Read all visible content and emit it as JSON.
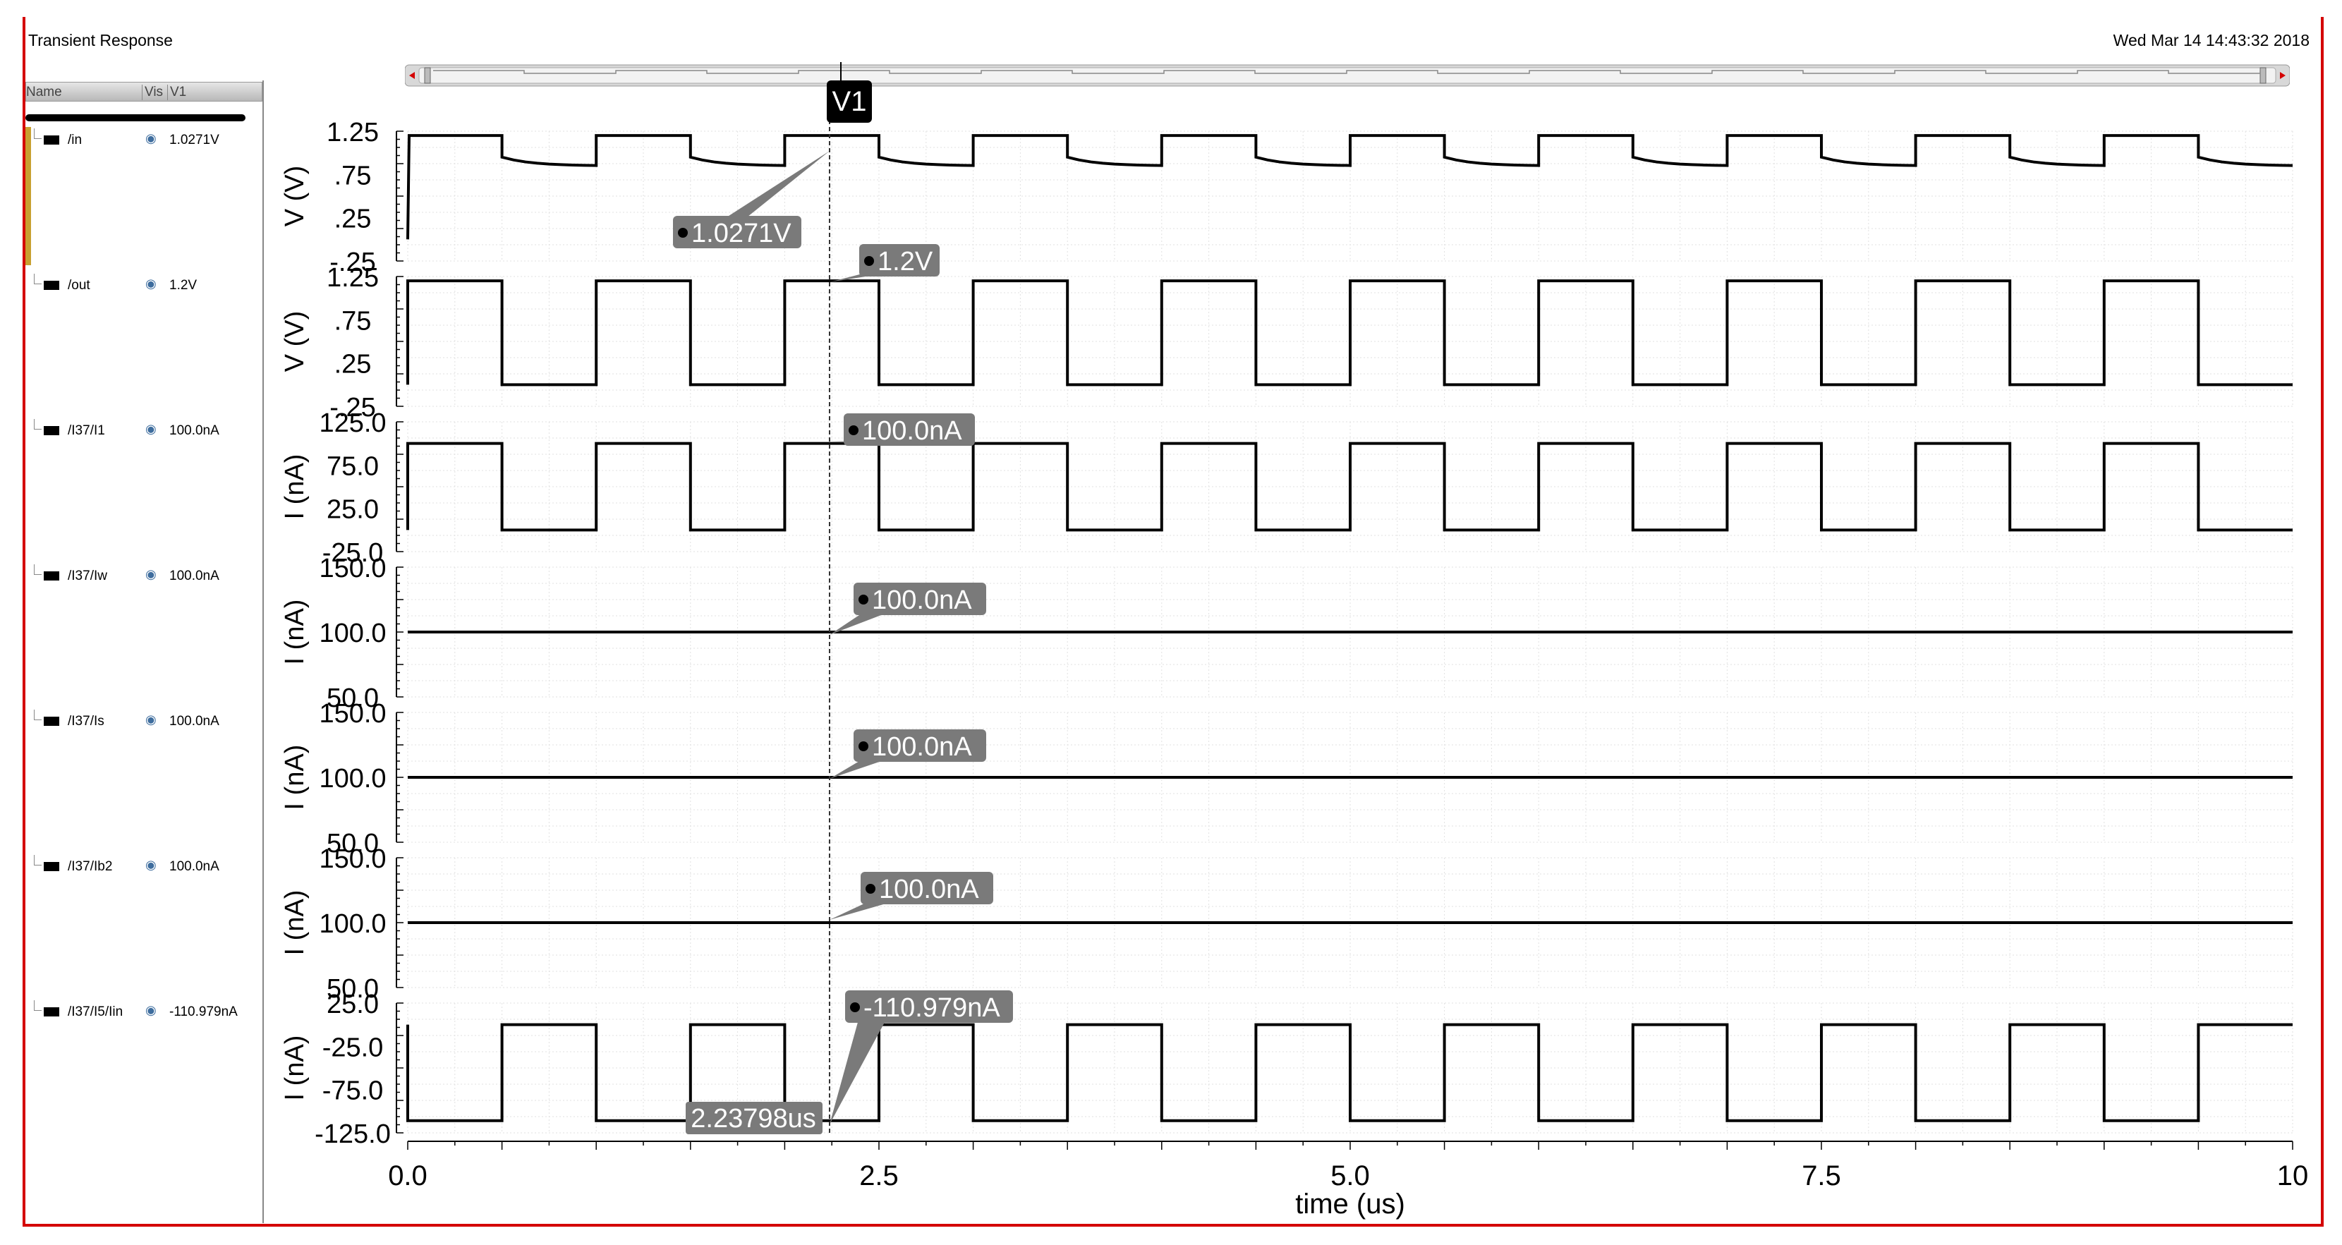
{
  "window": {
    "title": "Transient Response",
    "timestamp": "Wed Mar 14 14:43:32 2018"
  },
  "table": {
    "col_name": "Name",
    "col_vis": "Vis",
    "col_cursor": "V1"
  },
  "signals": [
    {
      "name": "/in",
      "value": "1.0271V",
      "icon": "eye-icon"
    },
    {
      "name": "/out",
      "value": "1.2V",
      "icon": "eye-icon"
    },
    {
      "name": "/I37/I1",
      "value": "100.0nA",
      "icon": "eye-icon"
    },
    {
      "name": "/I37/Iw",
      "value": "100.0nA",
      "icon": "eye-icon"
    },
    {
      "name": "/I37/Is",
      "value": "100.0nA",
      "icon": "eye-icon"
    },
    {
      "name": "/I37/Ib2",
      "value": "100.0nA",
      "icon": "eye-icon"
    },
    {
      "name": "/I37/I5/Iin",
      "value": "-110.979nA",
      "icon": "eye-icon"
    }
  ],
  "cursor": {
    "label": "V1",
    "time_value": 2.23798,
    "time_label": "2.23798us"
  },
  "colors": {
    "frame_border": "#d40000",
    "trace": "#000000",
    "marker_fill": "#7a7a7a",
    "marker_text": "#ffffff",
    "cursor_tag": "#000000",
    "scroll_track": "#d0d0d0",
    "gold_accent": "#c8a030"
  },
  "chart_data": {
    "type": "line",
    "xlabel": "time (us)",
    "xlim": [
      0,
      10
    ],
    "x_ticks": [
      "0.0",
      "2.5",
      "5.0",
      "7.5",
      "10"
    ],
    "grid": true,
    "period_us": 1.0,
    "panels": [
      {
        "name": "/in",
        "ylabel": "V (V)",
        "y_ticks": [
          "1.25",
          ".75",
          ".25",
          "-.25"
        ],
        "ylim": [
          -0.25,
          1.25
        ],
        "high": 1.2,
        "low_start": 0.95,
        "low_end": 0.85,
        "marker": "1.0271V"
      },
      {
        "name": "/out",
        "ylabel": "V (V)",
        "y_ticks": [
          "1.25",
          ".75",
          ".25",
          "-.25"
        ],
        "ylim": [
          -0.25,
          1.25
        ],
        "high": 1.2,
        "low": 0.0,
        "marker": "1.2V"
      },
      {
        "name": "/I37/I1",
        "ylabel": "I (nA)",
        "y_ticks": [
          "125.0",
          "75.0",
          "25.0",
          "-25.0"
        ],
        "ylim": [
          -25,
          125
        ],
        "high": 100,
        "low": 0,
        "marker": "100.0nA"
      },
      {
        "name": "/I37/Iw",
        "ylabel": "I (nA)",
        "y_ticks": [
          "150.0",
          "100.0",
          "50.0"
        ],
        "ylim": [
          50,
          150
        ],
        "constant": 100,
        "marker": "100.0nA"
      },
      {
        "name": "/I37/Is",
        "ylabel": "I (nA)",
        "y_ticks": [
          "150.0",
          "100.0",
          "50.0"
        ],
        "ylim": [
          50,
          150
        ],
        "constant": 100,
        "marker": "100.0nA"
      },
      {
        "name": "/I37/Ib2",
        "ylabel": "I (nA)",
        "y_ticks": [
          "150.0",
          "100.0",
          "50.0"
        ],
        "ylim": [
          50,
          150
        ],
        "constant": 100,
        "marker": "100.0nA"
      },
      {
        "name": "/I37/I5/Iin",
        "ylabel": "I (nA)",
        "y_ticks": [
          "25.0",
          "-25.0",
          "-75.0",
          "-125.0"
        ],
        "ylim": [
          -125,
          25
        ],
        "high": 0,
        "low": -110.979,
        "inverted": true,
        "marker": "-110.979nA"
      }
    ]
  }
}
